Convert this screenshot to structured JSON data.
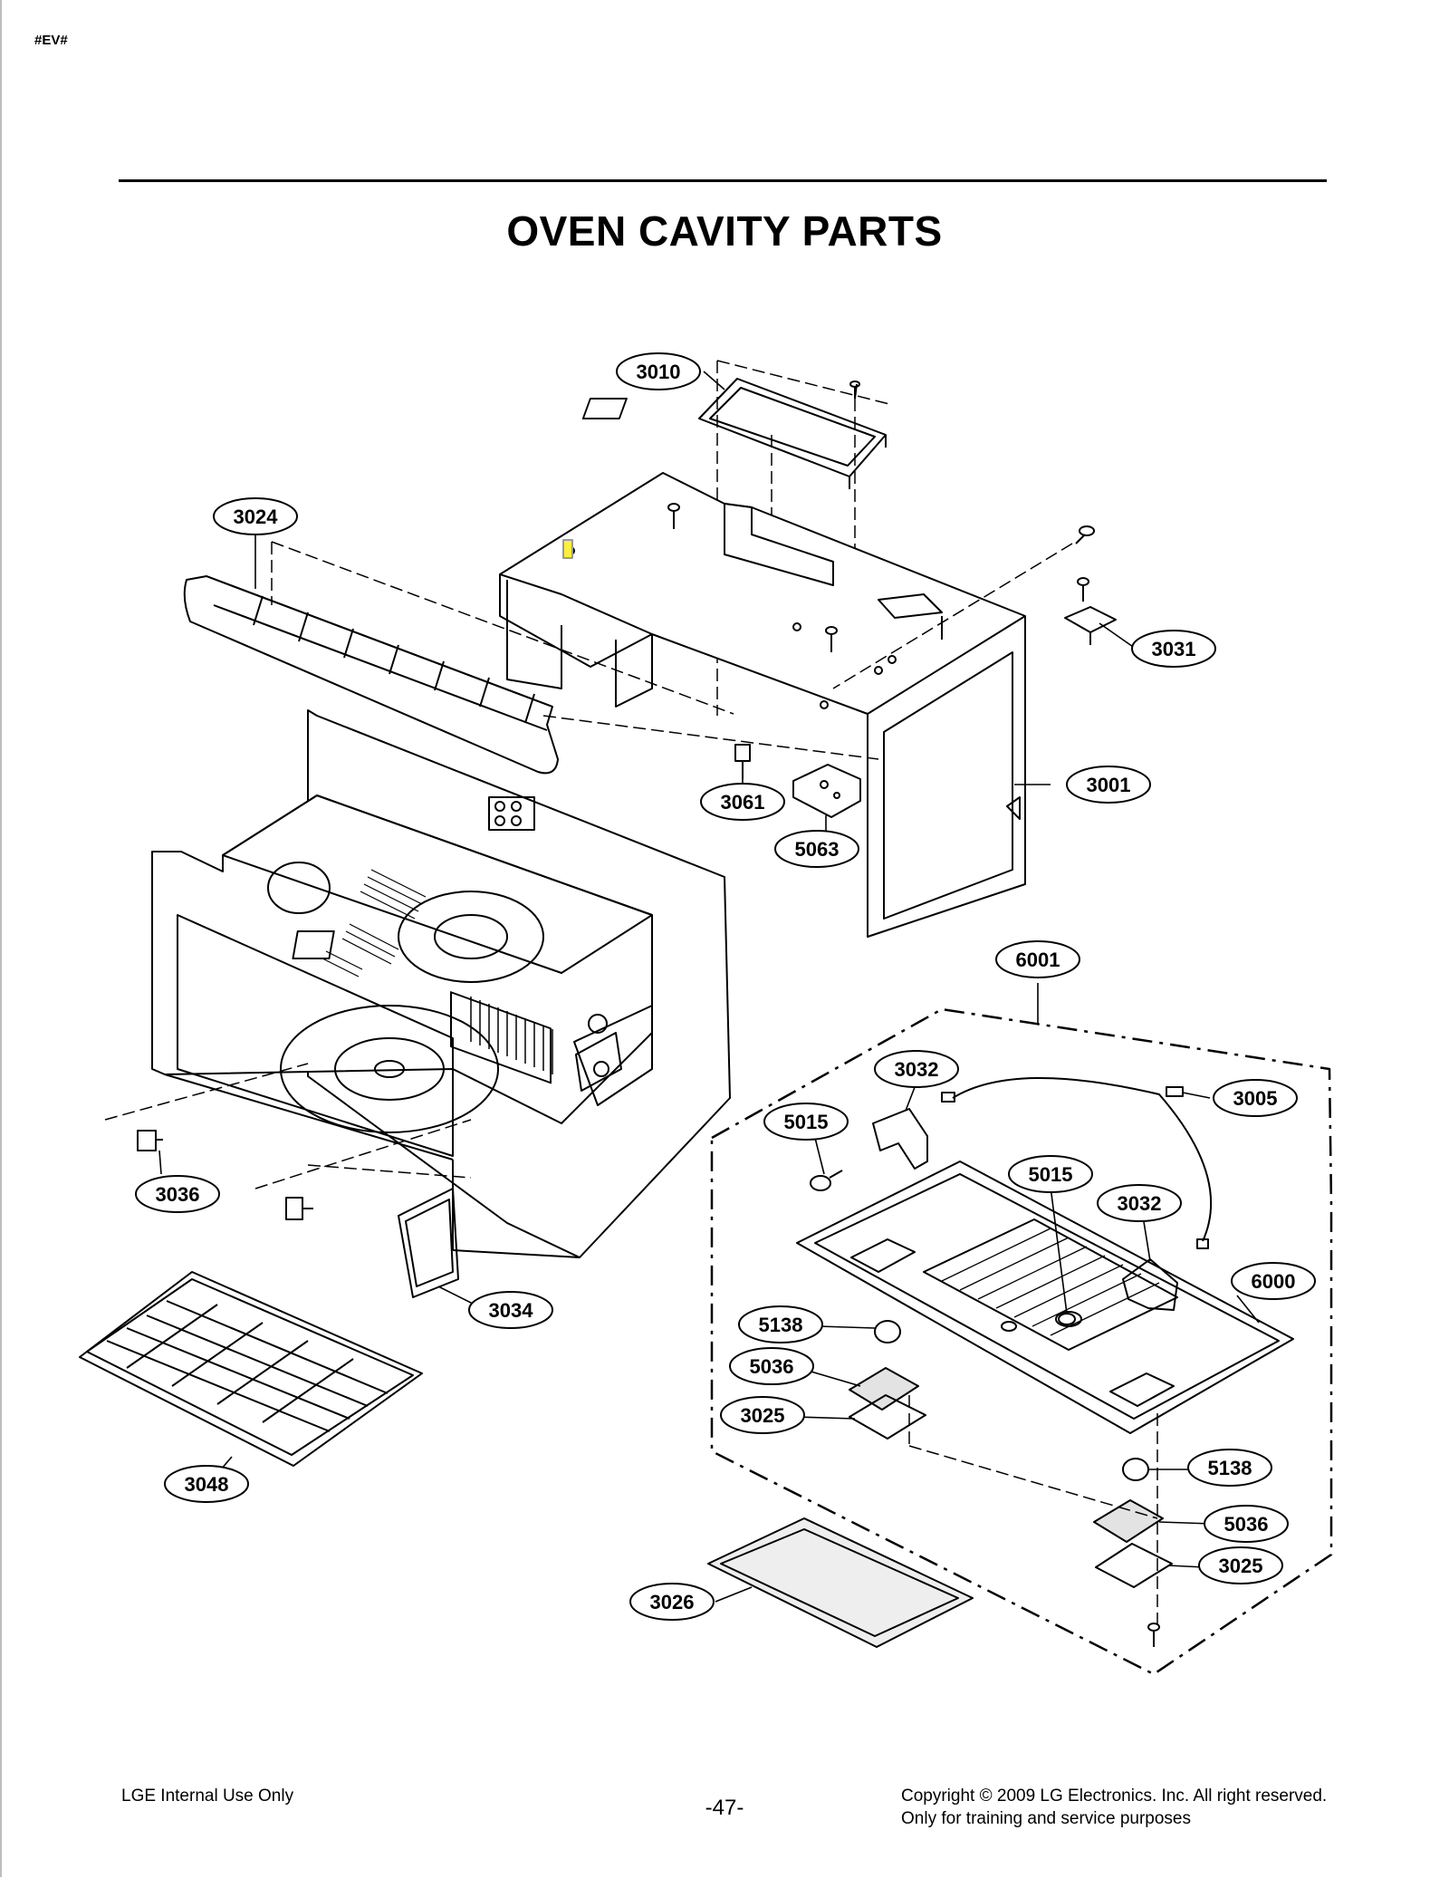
{
  "header": {
    "doc_tag": "#EV#",
    "title": "OVEN CAVITY PARTS"
  },
  "callouts": [
    {
      "label": "3010"
    },
    {
      "label": "3024"
    },
    {
      "label": "3031"
    },
    {
      "label": "3001"
    },
    {
      "label": "3061"
    },
    {
      "label": "5063"
    },
    {
      "label": "6001"
    },
    {
      "label": "3032"
    },
    {
      "label": "3005"
    },
    {
      "label": "5015"
    },
    {
      "label": "5015"
    },
    {
      "label": "3032"
    },
    {
      "label": "6000"
    },
    {
      "label": "3036"
    },
    {
      "label": "3034"
    },
    {
      "label": "5138"
    },
    {
      "label": "5036"
    },
    {
      "label": "3025"
    },
    {
      "label": "5138"
    },
    {
      "label": "5036"
    },
    {
      "label": "3025"
    },
    {
      "label": "3048"
    },
    {
      "label": "3026"
    }
  ],
  "footer": {
    "left": "LGE Internal Use Only",
    "page": "-47-",
    "copyright": "Copyright © 2009 LG Electronics. Inc. All right reserved.",
    "notice": "Only for training and service purposes"
  }
}
